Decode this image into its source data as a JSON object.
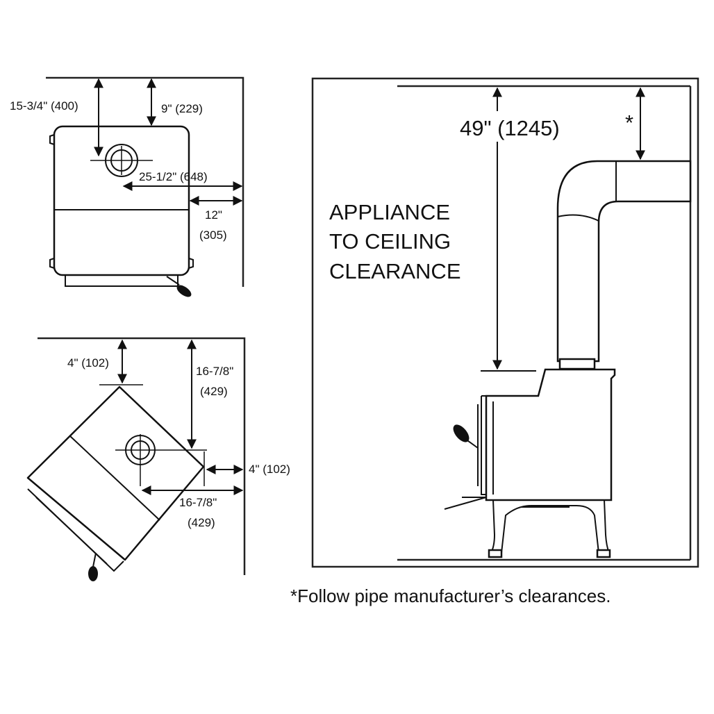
{
  "top_view": {
    "rear_to_pipe": "15-3/4\" (400)",
    "rear_clearance": "9\" (229)",
    "side_to_pipe": "25-1/2\" (648)",
    "side_clearance_in": "12\"",
    "side_clearance_mm": "(305)"
  },
  "corner_view": {
    "rear_clearance": "4\" (102)",
    "rear_to_pipe_in": "16-7/8\"",
    "rear_to_pipe_mm": "(429)",
    "side_clearance": "4\" (102)",
    "side_to_pipe_in": "16-7/8\"",
    "side_to_pipe_mm": "(429)"
  },
  "side_view": {
    "ceiling_dim": "49\" (1245)",
    "asterisk": "*",
    "label_line1": "APPLIANCE",
    "label_line2": "TO CEILING",
    "label_line3": "CLEARANCE"
  },
  "footnote": "*Follow pipe manufacturer’s clearances."
}
